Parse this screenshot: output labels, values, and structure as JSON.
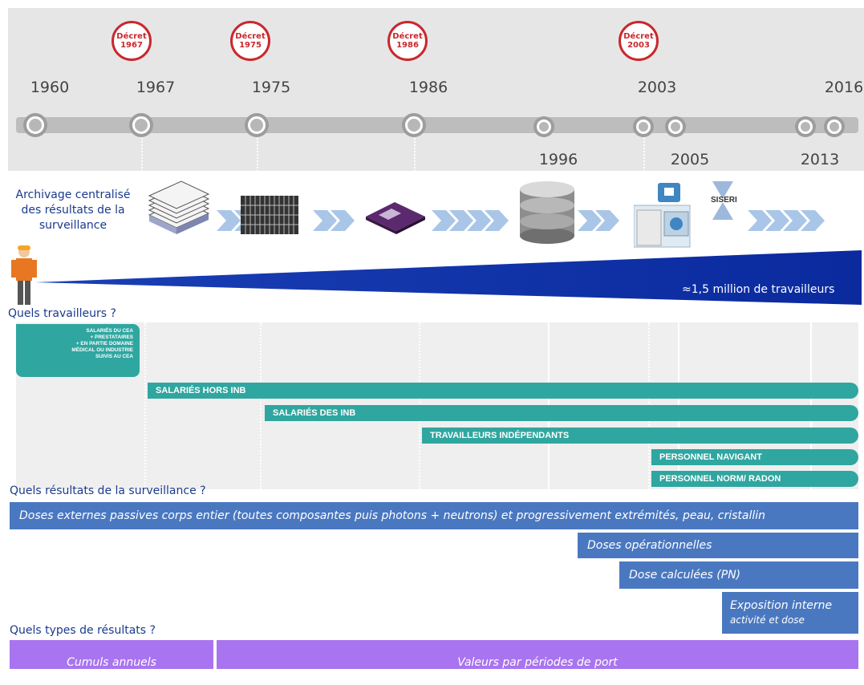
{
  "timeline": {
    "top_years": [
      "1960",
      "1967",
      "1975",
      "1986",
      "2003",
      "2016"
    ],
    "bottom_years": [
      "1996",
      "2005",
      "2013"
    ],
    "decrets": [
      {
        "label": "Décret",
        "year": "1967"
      },
      {
        "label": "Décret",
        "year": "1975"
      },
      {
        "label": "Décret",
        "year": "1986"
      },
      {
        "label": "Décret",
        "year": "2003"
      }
    ]
  },
  "archive": {
    "label_line1": "Archivage centralisé",
    "label_line2": "des résultats de la",
    "label_line3": "surveillance",
    "siseri": "SISERI"
  },
  "workers_count": "≈1,5 million de travailleurs",
  "workers_section": {
    "title": "Quels travailleurs ?",
    "cea_box": [
      "SALARIÉS DU CEA",
      "+ PRESTATAIRES",
      "+ EN PARTIE DOMAINE",
      "MÉDICAL OU INDUSTRIE",
      "SUIVIS AU CEA"
    ],
    "bars": [
      "SALARIÉS HORS INB",
      "SALARIÉS DES INB",
      "TRAVAILLEURS INDÉPENDANTS",
      "PERSONNEL NAVIGANT",
      "PERSONNEL NORM/ RADON"
    ]
  },
  "results_section": {
    "title": "Quels résultats de la surveillance ?",
    "items": [
      "Doses externes passives corps entier (toutes composantes puis photons + neutrons) et progressivement extrémités, peau, cristallin",
      "Doses opérationnelles",
      "Dose calculées (PN)",
      "Exposition interne",
      "activité et dose"
    ]
  },
  "types_section": {
    "title": "Quels types de résultats ?",
    "items": [
      "Cumuls annuels",
      "Valeurs par périodes de port"
    ]
  },
  "colors": {
    "teal": "#2fa6a0",
    "blue": "#4a78c0",
    "purple": "#a974f0",
    "navy": "#0a2aa0",
    "red": "#c9282d"
  }
}
